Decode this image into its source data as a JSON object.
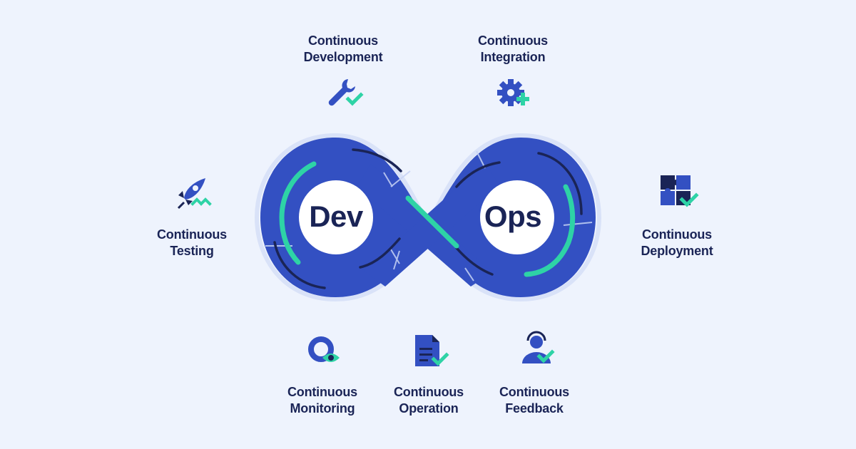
{
  "diagram": {
    "center": {
      "left_word": "Dev",
      "right_word": "Ops"
    },
    "colors": {
      "background": "#eef3fd",
      "loop_fill": "#3350c2",
      "loop_outline": "#d9e2f8",
      "accent": "#2ed3a6",
      "dark": "#1a2456"
    },
    "stages": [
      {
        "line1": "Continuous",
        "line2": "Development",
        "icon": "wrench-check-icon"
      },
      {
        "line1": "Continuous",
        "line2": "Integration",
        "icon": "gear-plus-icon"
      },
      {
        "line1": "Continuous",
        "line2": "Deployment",
        "icon": "puzzle-check-icon"
      },
      {
        "line1": "Continuous",
        "line2": "Feedback",
        "icon": "headset-user-icon"
      },
      {
        "line1": "Continuous",
        "line2": "Operation",
        "icon": "document-check-icon"
      },
      {
        "line1": "Continuous",
        "line2": "Monitoring",
        "icon": "magnifier-eye-icon"
      },
      {
        "line1": "Continuous",
        "line2": "Testing",
        "icon": "rocket-trend-icon"
      }
    ]
  }
}
